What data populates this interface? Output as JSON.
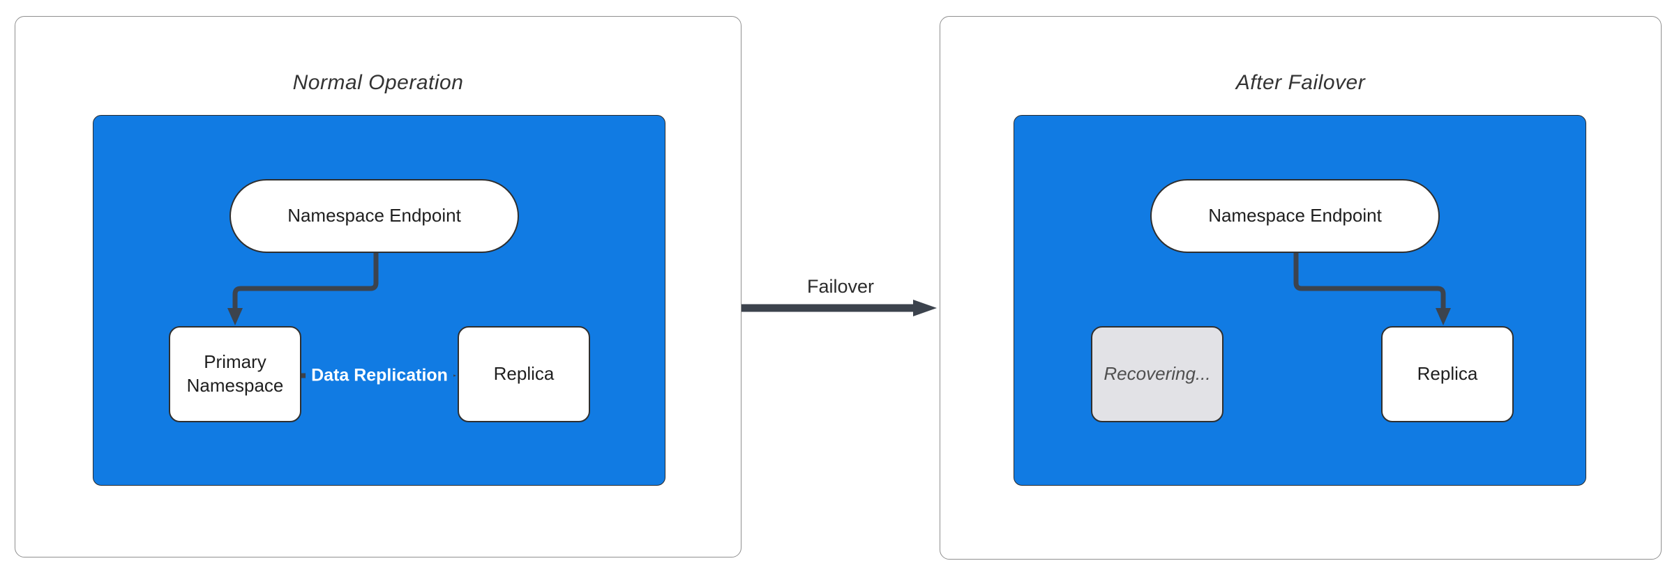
{
  "diagram": {
    "left_panel": {
      "title": "Normal Operation",
      "endpoint": "Namespace Endpoint",
      "primary": "Primary Namespace",
      "replica": "Replica",
      "replication_label": "Data Replication"
    },
    "failover_label": "Failover",
    "right_panel": {
      "title": "After Failover",
      "endpoint": "Namespace Endpoint",
      "recovering": "Recovering...",
      "replica": "Replica"
    },
    "colors": {
      "container_blue": "#117BE3",
      "connector_dark": "#3c434d",
      "node_border": "#2f2f2f",
      "panel_border": "#8f8f8f",
      "recovering_fill": "#e2e2e6",
      "edge_label_text": "#ffffff"
    }
  }
}
